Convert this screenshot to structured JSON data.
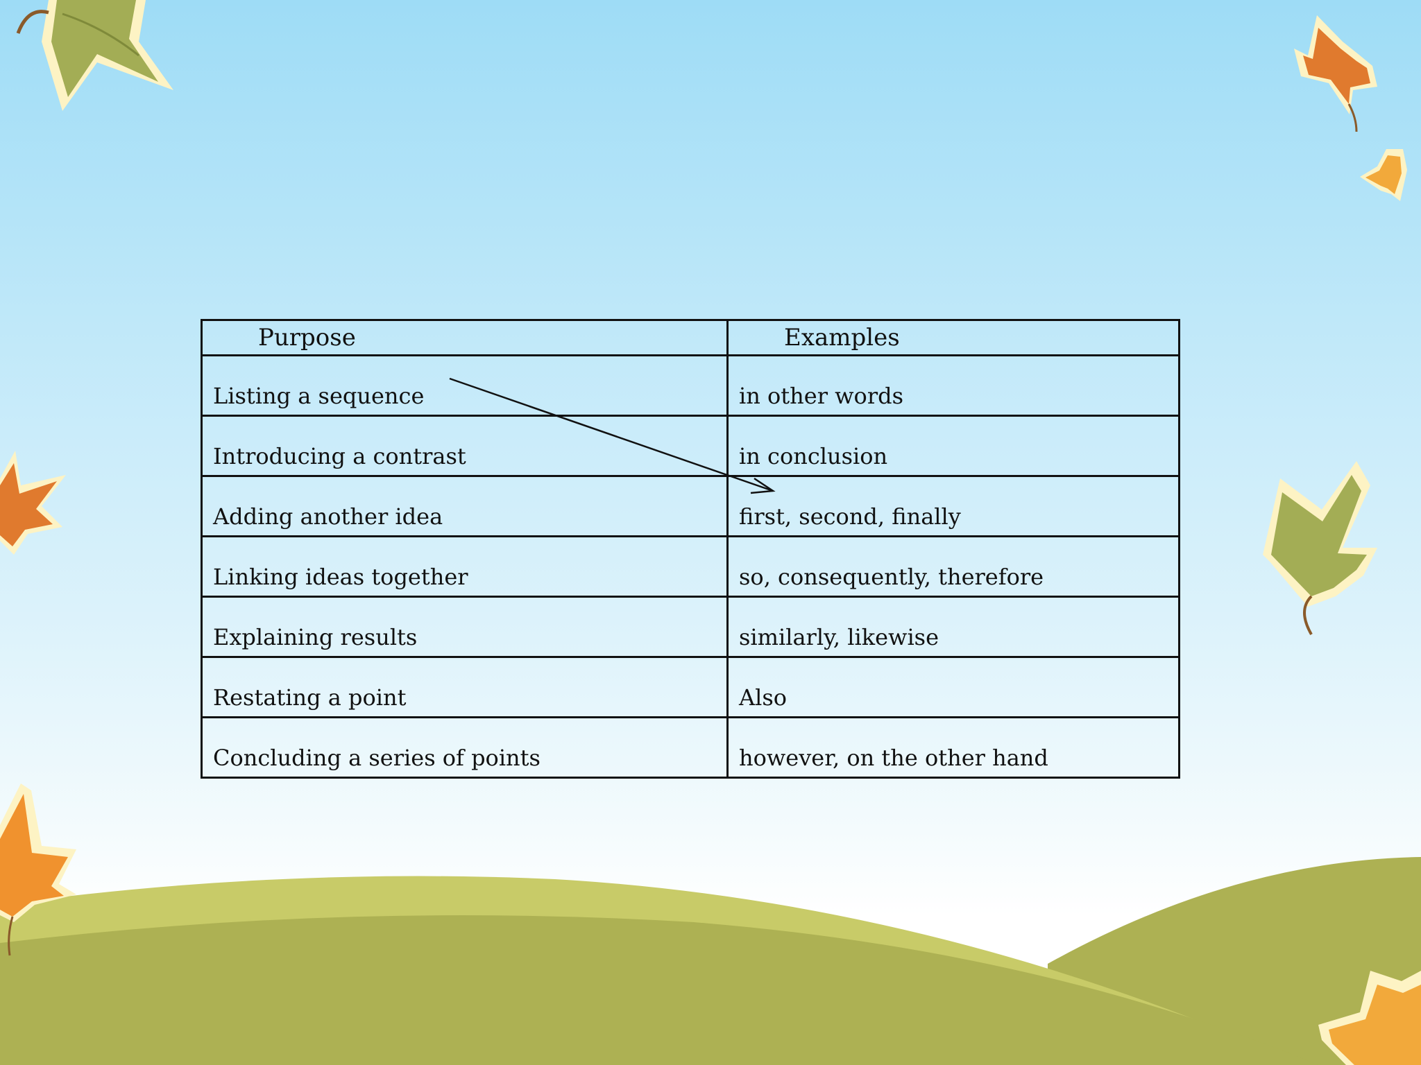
{
  "slide": {
    "table": {
      "headers": [
        "Purpose",
        "Examples"
      ],
      "rows": [
        [
          "Listing a sequence",
          "in other words"
        ],
        [
          "Introducing a contrast",
          "in conclusion"
        ],
        [
          "Adding another idea",
          "first, second, finally"
        ],
        [
          "Linking ideas together",
          "so, consequently, therefore"
        ],
        [
          "Explaining results",
          "similarly, likewise"
        ],
        [
          "Restating a point",
          "Also"
        ],
        [
          "Concluding a series of points",
          "however, on the other hand"
        ]
      ]
    },
    "annotation": {
      "type": "arrow",
      "from_row": "Listing a sequence",
      "to_row": "first, second, finally"
    },
    "colors": {
      "sky_top": "#9edcf6",
      "sky_bottom": "#ffffff",
      "hill_dark": "#adb153",
      "hill_light": "#c8cb68",
      "leaf_green": "#a3ad55",
      "leaf_orange": "#e07a2e",
      "leaf_gold": "#f2a93b",
      "leaf_outline": "#fdf3c4",
      "table_border": "#111111"
    },
    "decorations": [
      "leaf-icon",
      "hill-shape"
    ]
  }
}
